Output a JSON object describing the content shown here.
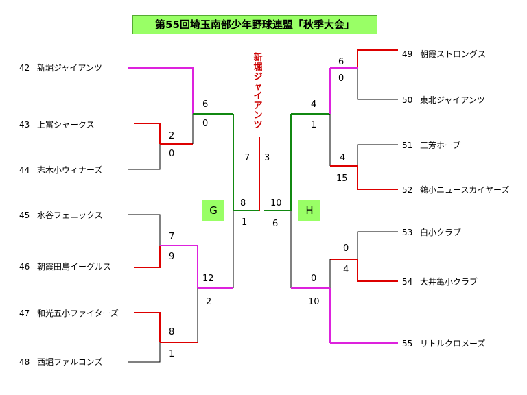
{
  "title": "第55回埼玉南部少年野球連盟「秋季大会」",
  "champion": "新堀ジャイアンツ",
  "groups": {
    "g": "G",
    "h": "H"
  },
  "teams": [
    {
      "num": "42",
      "name": "新堀ジャイアンツ"
    },
    {
      "num": "43",
      "name": "上富シャークス"
    },
    {
      "num": "44",
      "name": "志木小ウィナーズ"
    },
    {
      "num": "45",
      "name": "水谷フェニックス"
    },
    {
      "num": "46",
      "name": "朝霞田島イーグルス"
    },
    {
      "num": "47",
      "name": "和光五小ファイターズ"
    },
    {
      "num": "48",
      "name": "西堀ファルコンズ"
    },
    {
      "num": "49",
      "name": "朝霞ストロングス"
    },
    {
      "num": "50",
      "name": "東北ジャイアンツ"
    },
    {
      "num": "51",
      "name": "三芳ホープ"
    },
    {
      "num": "52",
      "name": "鶴小ニュースカイヤーズ"
    },
    {
      "num": "53",
      "name": "白小クラブ"
    },
    {
      "num": "54",
      "name": "大井亀小クラブ"
    },
    {
      "num": "55",
      "name": "リトルクロメーズ"
    }
  ],
  "scores": {
    "m43_44_top": "2",
    "m43_44_bot": "0",
    "m42_top": "6",
    "m42_bot": "0",
    "m45_46_top": "7",
    "m45_46_bot": "9",
    "m47_48_top": "8",
    "m47_48_bot": "1",
    "mlow_top": "12",
    "mlow_bot": "2",
    "g_top": "7",
    "g_bot": "8",
    "g_bot2": "1",
    "final_left": "3",
    "final_right": "10",
    "final_right_bot": "6",
    "m49_50_top": "6",
    "m49_50_bot": "0",
    "m51_52_top": "4",
    "m51_52_bot": "15",
    "mh_up_top": "4",
    "mh_up_bot": "1",
    "m53_54_top": "0",
    "m53_54_bot": "4",
    "mh_low_top": "0",
    "mh_low_bot": "10"
  },
  "colors": {
    "win": "#dd0000",
    "semi": "#dd22dd",
    "group": "#118811",
    "line": "#000000",
    "accent": "#99ff66"
  }
}
